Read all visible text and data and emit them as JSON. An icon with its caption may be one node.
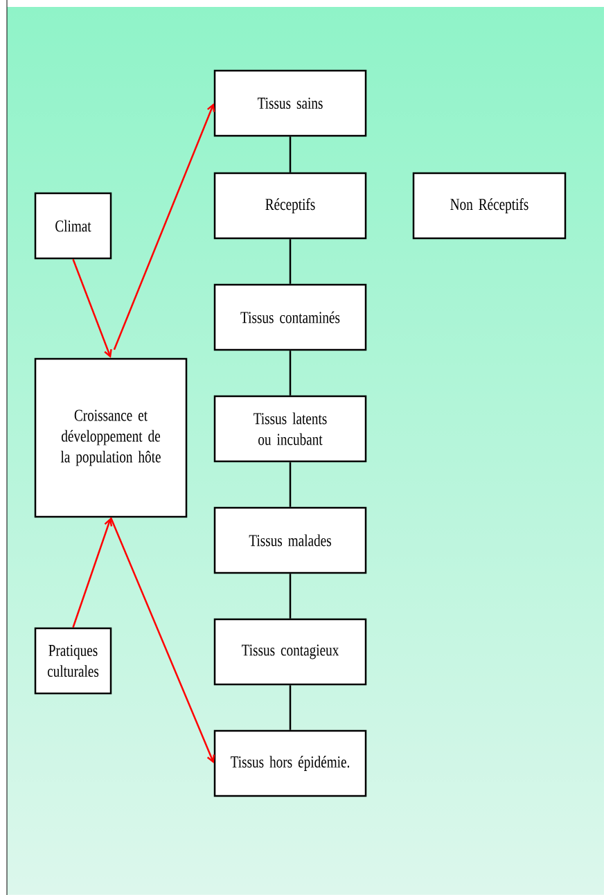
{
  "diagram": {
    "nodes": [
      {
        "text": [
          "Tissus sains"
        ]
      },
      {
        "text": [
          "Réceptifs"
        ]
      },
      {
        "text": [
          "Non Réceptifs"
        ]
      },
      {
        "text": [
          "Climat"
        ]
      },
      {
        "text": [
          "Croissance et développement de la population hôte"
        ]
      },
      {
        "text": [
          "Tissus contaminés"
        ]
      },
      {
        "text": [
          "Tissus latents ou incubant"
        ]
      },
      {
        "text": [
          "Tissus malades"
        ]
      },
      {
        "text": [
          "Pratiques culturales"
        ]
      },
      {
        "text": [
          "Tissus contagieux"
        ]
      },
      {
        "text": [
          "Tissus hors épidémie."
        ]
      }
    ],
    "edges": [
      {
        "from": 0,
        "to": 1,
        "arrow": "none"
      },
      {
        "from": 1,
        "to": 5,
        "arrow": "none"
      },
      {
        "from": 5,
        "to": 6,
        "arrow": "none"
      },
      {
        "from": 6,
        "to": 7,
        "arrow": "none"
      },
      {
        "from": 7,
        "to": 9,
        "arrow": "none"
      },
      {
        "from": 9,
        "to": 10,
        "arrow": "none"
      },
      {
        "from": 3,
        "to": 4,
        "arrow": "to",
        "color": "#ff0000"
      },
      {
        "from": 8,
        "to": 4,
        "arrow": "to",
        "color": "#ff0000"
      },
      {
        "from": 4,
        "to": 0,
        "arrow": "to",
        "color": "#ff0000"
      },
      {
        "from": 4,
        "to": 10,
        "arrow": "to",
        "color": "#ff0000"
      }
    ]
  }
}
